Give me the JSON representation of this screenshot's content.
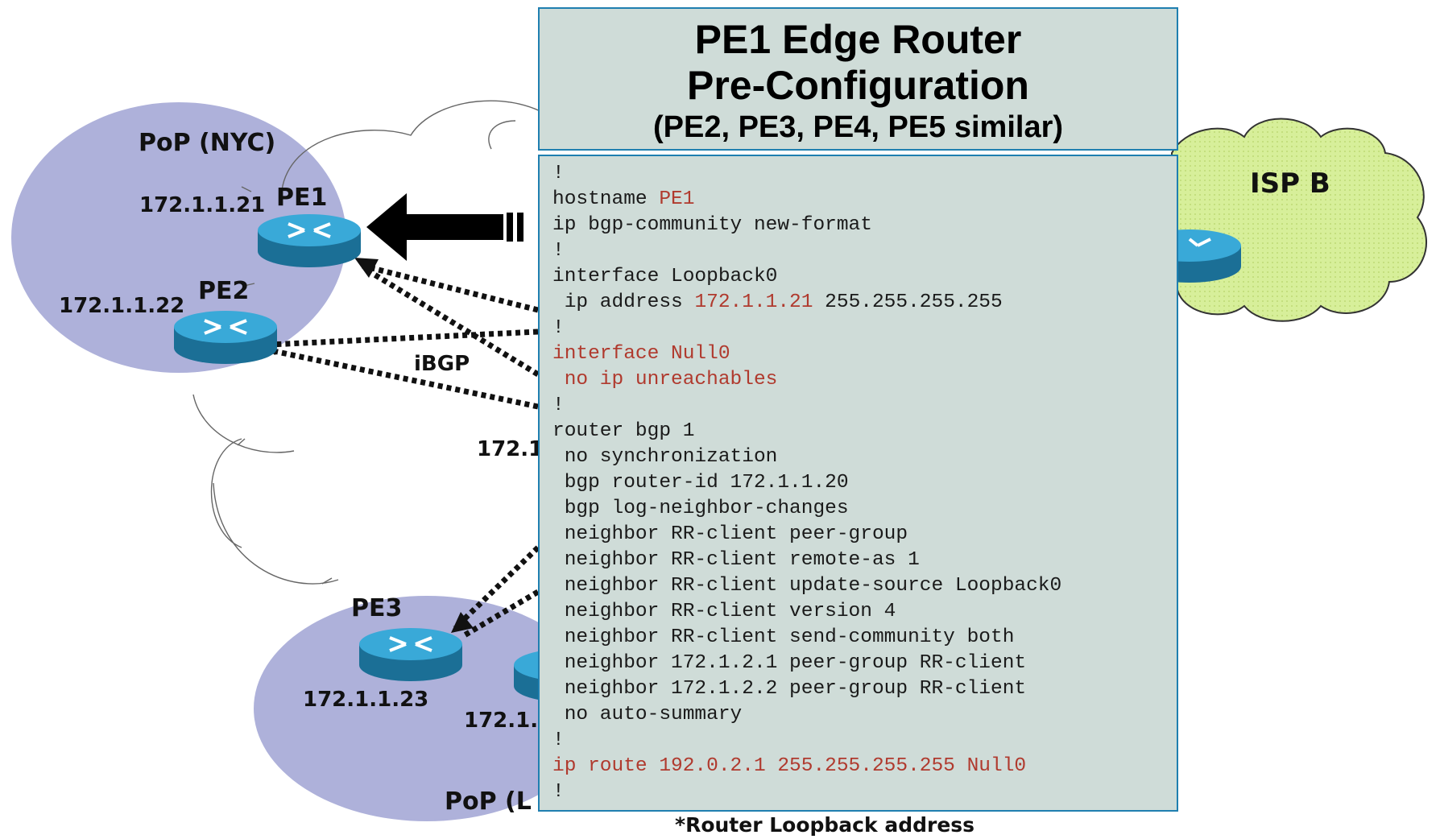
{
  "diagram": {
    "pops": [
      {
        "id": "nyc",
        "label": "PoP (NYC)"
      },
      {
        "id": "la",
        "label": "PoP (L"
      }
    ],
    "isp": {
      "label": "ISP B"
    },
    "routers": [
      {
        "id": "pe1",
        "name": "PE1",
        "ip": "172.1.1.21"
      },
      {
        "id": "pe2",
        "name": "PE2",
        "ip": "172.1.1.22"
      },
      {
        "id": "pe3",
        "name": "PE3",
        "ip": "172.1.1.23"
      }
    ],
    "partial_ip_1": "172.1",
    "partial_ip_2": "172.1.",
    "ibgp_label": "iBGP",
    "footnote": "*Router Loopback address"
  },
  "panel": {
    "title_line1": "PE1 Edge Router",
    "title_line2": "Pre-Configuration",
    "title_line3": "(PE2, PE3, PE4, PE5 similar)",
    "config": [
      {
        "segments": [
          {
            "text": "!"
          }
        ]
      },
      {
        "segments": [
          {
            "text": "hostname "
          },
          {
            "text": "PE1",
            "hl": true
          }
        ]
      },
      {
        "segments": [
          {
            "text": "ip bgp-community new-format"
          }
        ]
      },
      {
        "segments": [
          {
            "text": "!"
          }
        ]
      },
      {
        "segments": [
          {
            "text": "interface Loopback0"
          }
        ]
      },
      {
        "segments": [
          {
            "text": " ip address "
          },
          {
            "text": "172.1.1.21",
            "hl": true
          },
          {
            "text": " 255.255.255.255"
          }
        ]
      },
      {
        "segments": [
          {
            "text": "!"
          }
        ]
      },
      {
        "segments": [
          {
            "text": "interface Null0",
            "hl": true
          }
        ]
      },
      {
        "segments": [
          {
            "text": " no ip unreachables",
            "hl": true
          }
        ]
      },
      {
        "segments": [
          {
            "text": "!"
          }
        ]
      },
      {
        "segments": [
          {
            "text": "router bgp 1"
          }
        ]
      },
      {
        "segments": [
          {
            "text": " no synchronization"
          }
        ]
      },
      {
        "segments": [
          {
            "text": " bgp router-id 172.1.1.20"
          }
        ]
      },
      {
        "segments": [
          {
            "text": " bgp log-neighbor-changes"
          }
        ]
      },
      {
        "segments": [
          {
            "text": " neighbor RR-client peer-group"
          }
        ]
      },
      {
        "segments": [
          {
            "text": " neighbor RR-client remote-as 1"
          }
        ]
      },
      {
        "segments": [
          {
            "text": " neighbor RR-client update-source Loopback0"
          }
        ]
      },
      {
        "segments": [
          {
            "text": " neighbor RR-client version 4"
          }
        ]
      },
      {
        "segments": [
          {
            "text": " neighbor RR-client send-community both"
          }
        ]
      },
      {
        "segments": [
          {
            "text": " neighbor 172.1.2.1 peer-group RR-client"
          }
        ]
      },
      {
        "segments": [
          {
            "text": " neighbor 172.1.2.2 peer-group RR-client"
          }
        ]
      },
      {
        "segments": [
          {
            "text": " no auto-summary"
          }
        ]
      },
      {
        "segments": [
          {
            "text": "!"
          }
        ]
      },
      {
        "segments": [
          {
            "text": "ip route 192.0.2.1 255.255.255.255 Null0",
            "hl": true
          }
        ]
      },
      {
        "segments": [
          {
            "text": "!"
          }
        ]
      }
    ]
  },
  "colors": {
    "pop_fill": "#aeb1da",
    "isp_fill": "#d7ef9a",
    "panel_bg": "#cfdcd8",
    "panel_border": "#1f7fb0",
    "highlight": "#b03a2e",
    "router_blue": "#2f9fcf"
  }
}
